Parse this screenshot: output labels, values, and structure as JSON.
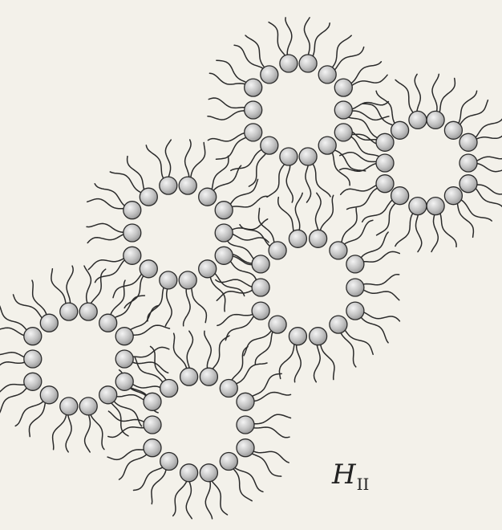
{
  "figure": {
    "phase_label": {
      "main": "H",
      "subscript": "II"
    },
    "colors": {
      "background": "#f3f1ea",
      "lipid_head_light": "#f4f4f4",
      "lipid_head_dark": "#8c8c8c",
      "lipid_tail": "#2a2a2a",
      "text": "#222222"
    },
    "structure": {
      "type": "inverted hexagonal lipid phase",
      "cylinder_count": 6,
      "head_groups_per_cylinder": 14
    }
  }
}
